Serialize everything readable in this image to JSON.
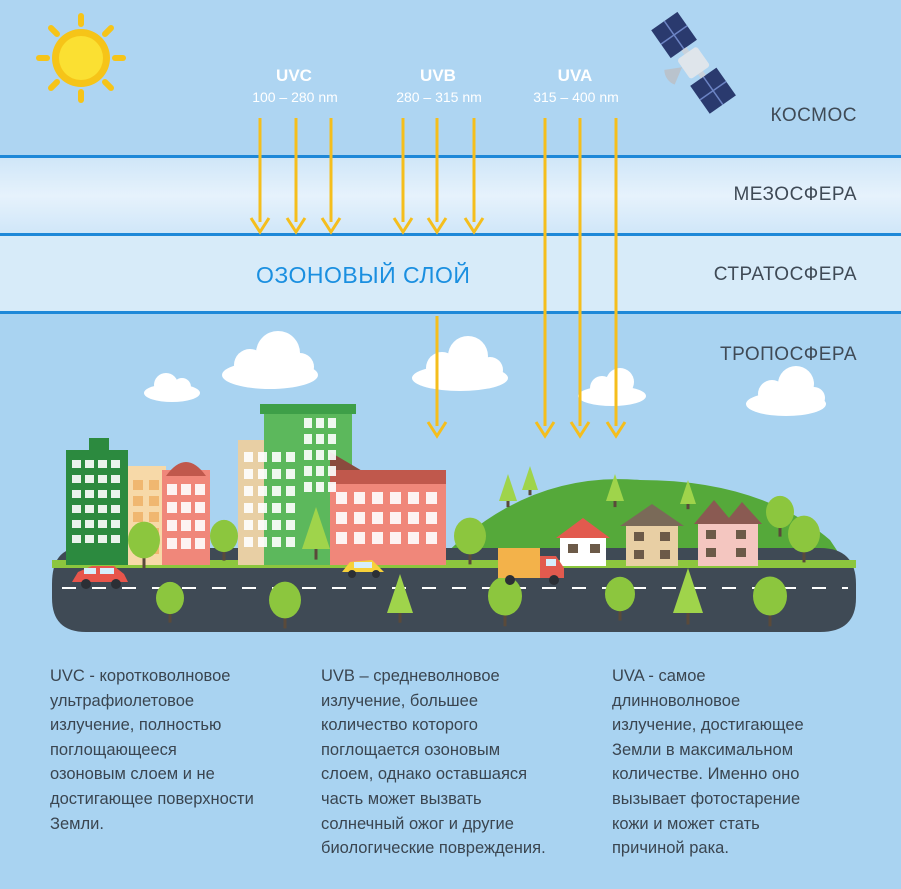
{
  "layers": {
    "space": "КОСМОС",
    "mesosphere": "МЕЗОСФЕРА",
    "stratosphere": "СТРАТОСФЕРА",
    "troposphere": "ТРОПОСФЕРА"
  },
  "ozone_layer": "ОЗОНОВЫЙ СЛОЙ",
  "uv_types": [
    {
      "name": "UVC",
      "range": "100 – 280 nm"
    },
    {
      "name": "UVB",
      "range": "280 – 315 nm"
    },
    {
      "name": "UVA",
      "range": "315 – 400 nm"
    }
  ],
  "descriptions": {
    "uvc": "UVC - коротковолновое\nультрафиолетовое\nизлучение, полностью\nпоглощающееся\nозоновым слоем и не\nдостигающее поверхности\nЗемли.",
    "uvb": "UVB – средневолновое\nизлучение, большее\nколичество которого\nпоглощается озоновым\nслоем, однако оставшаяся\nчасть может вызвать\nсолнечный ожог и другие\nбиологические повреждения.",
    "uva": "UVA - самое\nдлинноволновое\nизлучение, достигающее\nЗемли в максимальном\nколичестве. Именно оно\nвызывает фотостарение\nкожи и может стать\nпричиной рака."
  },
  "colors": {
    "arrow": "#f5be1c",
    "boundary_line": "#1e88d8",
    "ozone_text": "#1a8fe0",
    "road": "#3f4a55",
    "grass": "#8cc63e"
  },
  "icons": [
    "sun-icon",
    "satellite-icon",
    "cloud-icon",
    "tree-icon",
    "car-icon",
    "truck-icon",
    "building-icon",
    "house-icon"
  ]
}
